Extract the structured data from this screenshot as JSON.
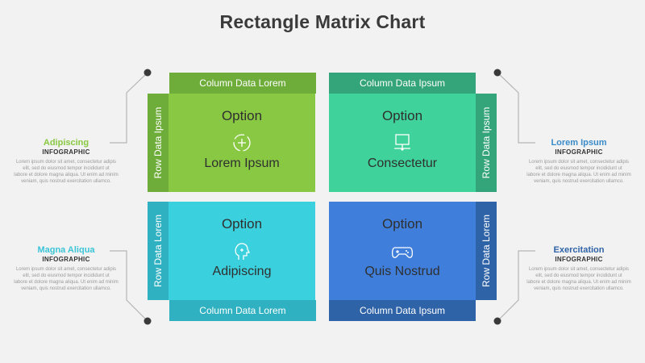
{
  "title": "Rectangle Matrix Chart",
  "cells": [
    {
      "option": "Option",
      "value": "Lorem Ipsum",
      "icon": "refresh-icon",
      "color": "#89c843",
      "column": "Column Data Lorem",
      "row": "Row Data Ipsum",
      "col_color": "#6fad3a",
      "row_color": "#6fad3a"
    },
    {
      "option": "Option",
      "value": "Consectetur",
      "icon": "network-icon",
      "color": "#3fd29b",
      "column": "Column Data Ipsum",
      "row": "Row Data Ipsum",
      "col_color": "#34a47a",
      "row_color": "#34a47a"
    },
    {
      "option": "Option",
      "value": "Adipiscing",
      "icon": "head-plug-icon",
      "color": "#3ad0dd",
      "column": "Column Data Lorem",
      "row": "Row Data Lorem",
      "col_color": "#2fb1c2",
      "row_color": "#2fb1c2"
    },
    {
      "option": "Option",
      "value": "Quis Nostrud",
      "icon": "gamepad-icon",
      "color": "#3f7fdb",
      "column": "Column Data Ipsum",
      "row": "Row Data Lorem",
      "col_color": "#2f63a8",
      "row_color": "#2f63a8"
    }
  ],
  "side_texts": [
    {
      "heading": "Adipiscing",
      "subheading": "INFOGRAPHIC",
      "color": "#89c843",
      "lines": [
        "Lorem ipsum dolor sit amet, consectetur adipis",
        "elit, sed do eiusmod tempor incididunt ut",
        "labore et dolore magna aliqua. Ut enim ad minim",
        "veniam, quis nostrud exercitation ullamco."
      ]
    },
    {
      "heading": "Lorem Ipsum",
      "subheading": "INFOGRAPHIC",
      "color": "#3a8bc9",
      "lines": [
        "Lorem ipsum dolor sit amet, consectetur adipis",
        "elit, sed do eiusmod tempor incididunt ut",
        "labore et dolore magna aliqua. Ut enim ad minim",
        "veniam, quis nostrud exercitation ullamco."
      ]
    },
    {
      "heading": "Magna Aliqua",
      "subheading": "INFOGRAPHIC",
      "color": "#3ac4d8",
      "lines": [
        "Lorem ipsum dolor sit amet, consectetur adipis",
        "elit, sed do eiusmod tempor incididunt ut",
        "labore et dolore magna aliqua. Ut enim ad minim",
        "veniam, quis nostrud exercitation ullamco."
      ]
    },
    {
      "heading": "Exercitation",
      "subheading": "INFOGRAPHIC",
      "color": "#2f63a8",
      "lines": [
        "Lorem ipsum dolor sit amet, consectetur adipis",
        "elit, sed do eiusmod tempor incididunt ut",
        "labore et dolore magna aliqua. Ut enim ad minim",
        "veniam, quis nostrud exercitation ullamco."
      ]
    }
  ]
}
